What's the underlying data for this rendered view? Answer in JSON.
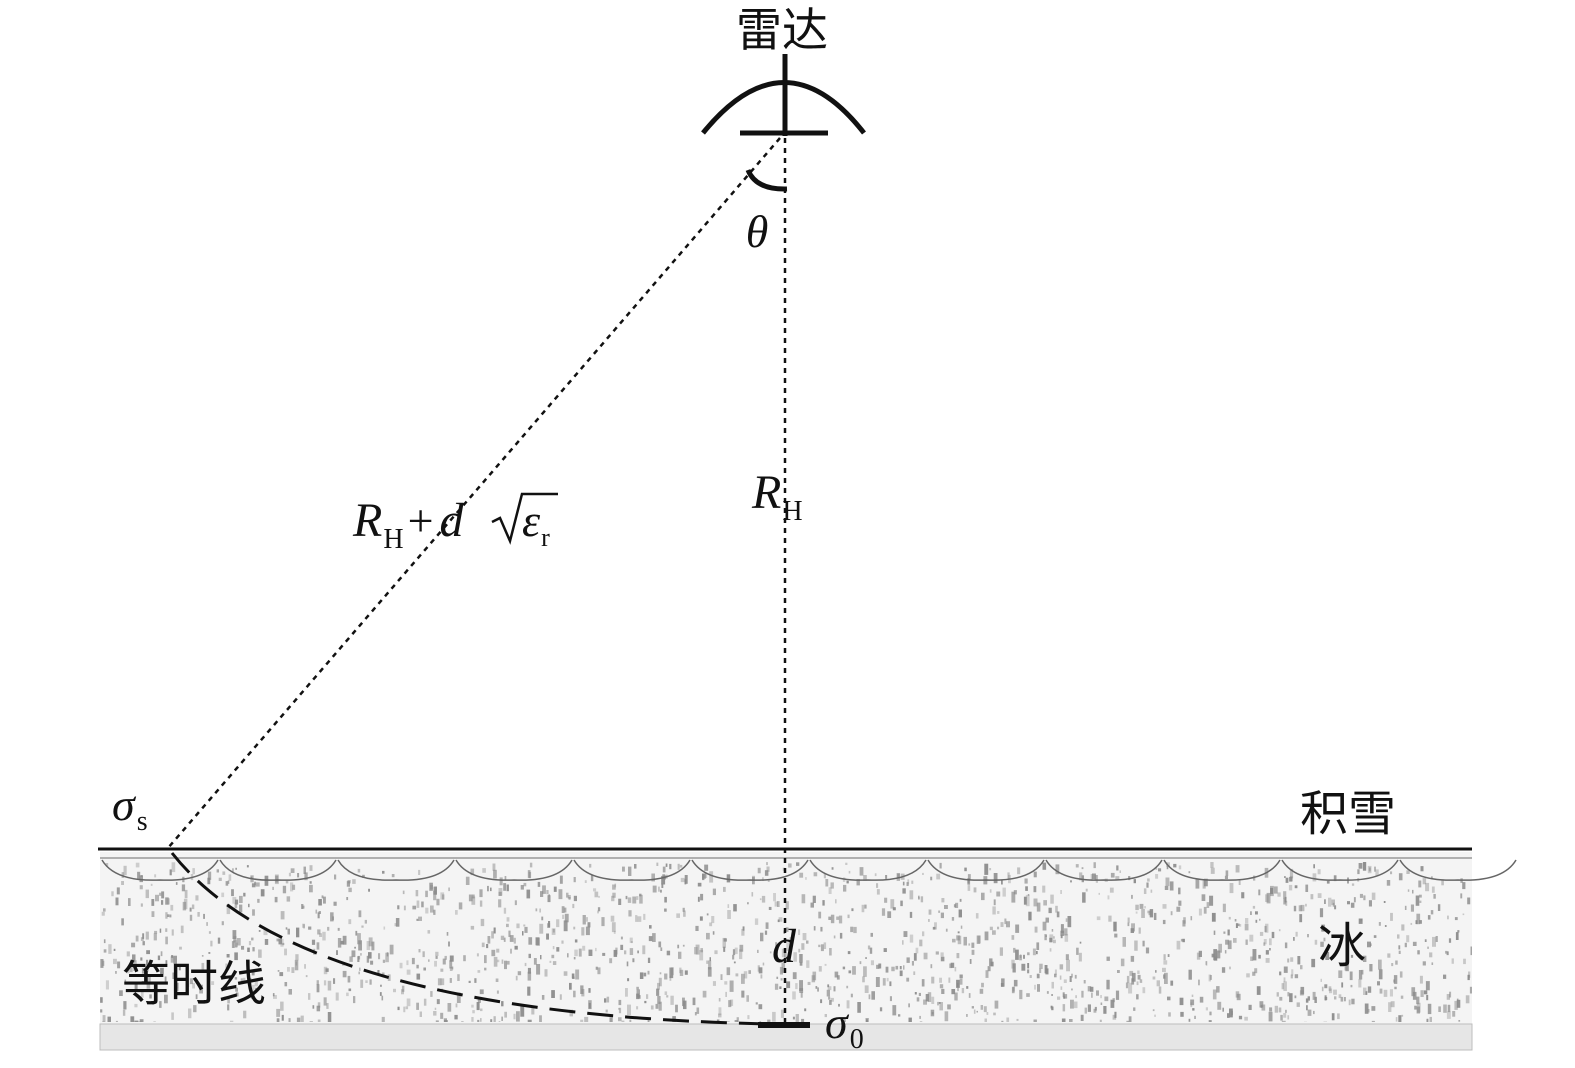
{
  "labels": {
    "radar": "雷达",
    "snow": "积雪",
    "ice": "冰",
    "isochrone": "等时线",
    "theta": "θ",
    "depth": "d",
    "sigma_s": {
      "base": "σ",
      "sub": "s"
    },
    "sigma_0": {
      "base": "σ",
      "sub": "0"
    },
    "range_vertical": {
      "base": "R",
      "sub": "H"
    },
    "range_slant": {
      "r": "R",
      "r_sub": "H",
      "plus": "+",
      "d": "d",
      "eps": "ε",
      "eps_sub": "r"
    }
  },
  "colors": {
    "ink": "#111111",
    "ice_fill": "#f4f4f4",
    "ice_speckle": "#8a8a8a",
    "ice_bottom": "#e6e6e6"
  },
  "icons": {
    "radar": "radar-dish-icon"
  }
}
